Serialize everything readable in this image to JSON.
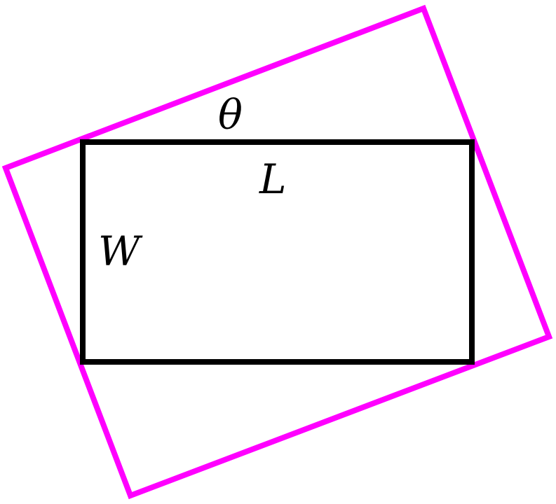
{
  "diagram": {
    "labels": {
      "theta": "θ",
      "length": "L",
      "width": "W"
    },
    "colors": {
      "outer_rectangle": "#ff00ff",
      "inner_rectangle": "#000000",
      "text": "#000000",
      "background": "#ffffff"
    }
  }
}
